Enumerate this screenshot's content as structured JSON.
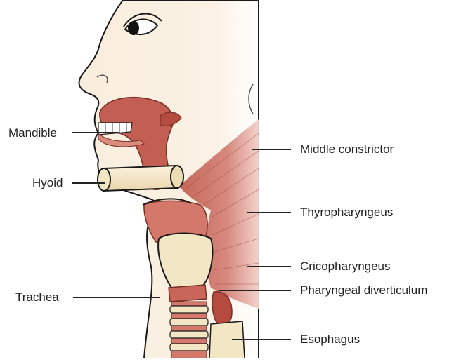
{
  "labels": {
    "mandible": "Mandible",
    "hyoid": "Hyoid",
    "trachea": "Trachea",
    "middle_constrictor": "Middle constrictor",
    "thyropharyngeus": "Thyropharyngeus",
    "cricopharyngeus": "Cricopharyngeus",
    "pharyngeal_diverticulum": "Pharyngeal diverticulum",
    "esophagus": "Esophagus"
  },
  "colors": {
    "skin": "#f7ead8",
    "muscle": "#c9665a",
    "muscle_light": "#e7a79b",
    "cartilage": "#f3e6c4",
    "outline": "#1a1a1a",
    "line": "#222222"
  }
}
